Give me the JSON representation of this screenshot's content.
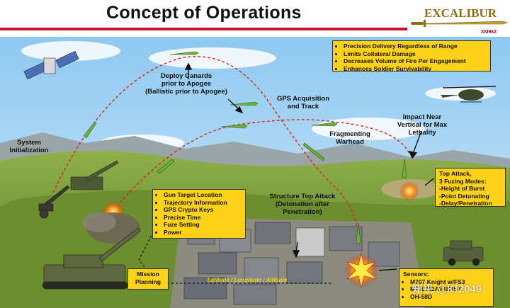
{
  "header": {
    "title": "Concept of Operations"
  },
  "logo": {
    "text": "EXCALIBUR",
    "sub": "XM982"
  },
  "labels": {
    "system_init": "System\nInitialization",
    "deploy_canards": "Deploy Canards\nprior to Apogee\n(Ballistic prior to Apogee)",
    "gps_acq": "GPS Acquisition\nand Track",
    "fragmenting": "Fragmenting\nWarhead",
    "impact_near": "Impact Near\nVertical for Max\nLethality",
    "structure_attack": "Structure Top Attack\n(Detonation after\nPenetration)",
    "coord_text": "Latitude / Longitude / Altitude"
  },
  "benefits": [
    "Precision Delivery Regardless of Range",
    "Limits Collateral Damage",
    "Decreases Volume of Fire Per Engagement",
    "Enhances Soldier Survivability"
  ],
  "gun_data": [
    "Gun Target Location",
    "Trajectory Information",
    "GPS Crypto Keys",
    "Precise Time",
    "Fuze Setting",
    "Power"
  ],
  "mission_planning": "Mission\nPlanning",
  "top_attack": {
    "title": "Top Attack,",
    "lines": [
      "3 Fuzing Modes:",
      "-Height of Burst",
      "-Point Detonating",
      "-Delay/Penetration"
    ]
  },
  "sensors": {
    "title": "Sensors:",
    "items": [
      "M707 Knight w/FS3",
      "M7 & M2A3 BFIST",
      "OH-58D"
    ]
  },
  "watermark": "知乎 @Kf2049",
  "colors": {
    "box": "#ffd21a",
    "trajectory": "#e02020",
    "title_line": "#c8102e"
  }
}
